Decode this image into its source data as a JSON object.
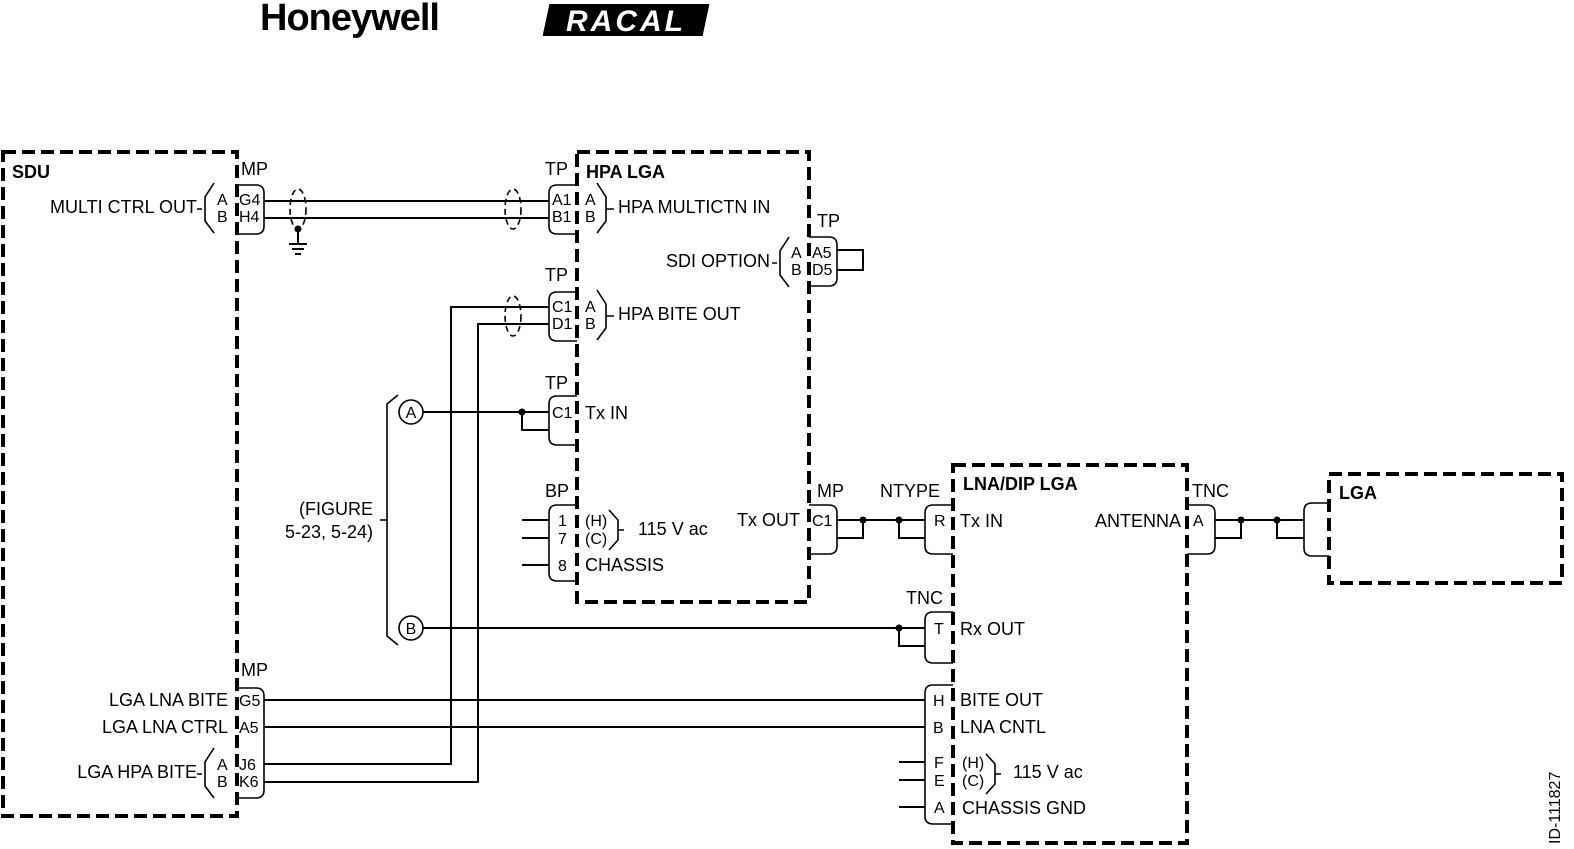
{
  "header": {
    "logo_honeywell": "Honeywell",
    "logo_racal": "RACAL"
  },
  "doc_id": "ID-111827",
  "units": {
    "sdu": {
      "title": "SDU",
      "mp_top": "MP",
      "mp_bottom": "MP"
    },
    "hpa": {
      "title": "HPA LGA",
      "tp1": "TP",
      "tp2": "TP",
      "tp3": "TP",
      "tp4": "TP",
      "bp": "BP",
      "mp": "MP"
    },
    "lna": {
      "title": "LNA/DIP LGA",
      "ntype": "NTYPE",
      "tnc_rx": "TNC",
      "tnc_ant": "TNC"
    },
    "lga": {
      "title": "LGA"
    }
  },
  "signals": {
    "multi_ctrl_out": "MULTI CTRL OUT",
    "hpa_multictn_in": "HPA MULTICTN IN",
    "sdi_option": "SDI OPTION",
    "hpa_bite_out": "HPA BITE OUT",
    "tx_in": "Tx IN",
    "power_115": "115 V ac",
    "chassis": "CHASSIS",
    "tx_out": "Tx OUT",
    "lna_tx_in": "Tx IN",
    "antenna": "ANTENNA",
    "rx_out": "Rx OUT",
    "bite_out": "BITE OUT",
    "lna_cntl": "LNA CNTL",
    "chassis_gnd": "CHASSIS GND",
    "lga_lna_bite": "LGA LNA BITE",
    "lga_lna_ctrl": "LGA LNA CTRL",
    "lga_hpa_bite": "LGA HPA BITE",
    "figure_ref_1": "(FIGURE",
    "figure_ref_2": "5-23, 5-24)"
  },
  "pins": {
    "sdu_g4": "G4",
    "sdu_h4": "H4",
    "sdu_g5": "G5",
    "sdu_a5": "A5",
    "sdu_j6": "J6",
    "sdu_k6": "K6",
    "hpa_a1": "A1",
    "hpa_b1": "B1",
    "hpa_a5": "A5",
    "hpa_d5": "D5",
    "hpa_c1b": "C1",
    "hpa_d1": "D1",
    "hpa_c1": "C1",
    "hpa_c1_mp": "C1",
    "bp_1": "1",
    "bp_7": "7",
    "bp_8": "8",
    "lna_r": "R",
    "lna_t": "T",
    "lna_h": "H",
    "lna_b": "B",
    "lna_f": "F",
    "lna_e": "E",
    "lna_a": "A",
    "lna_ant_a": "A",
    "letter_a": "A",
    "letter_b": "B",
    "hot": "(H)",
    "cold": "(C)"
  },
  "offpage": {
    "a": "A",
    "b": "B"
  }
}
